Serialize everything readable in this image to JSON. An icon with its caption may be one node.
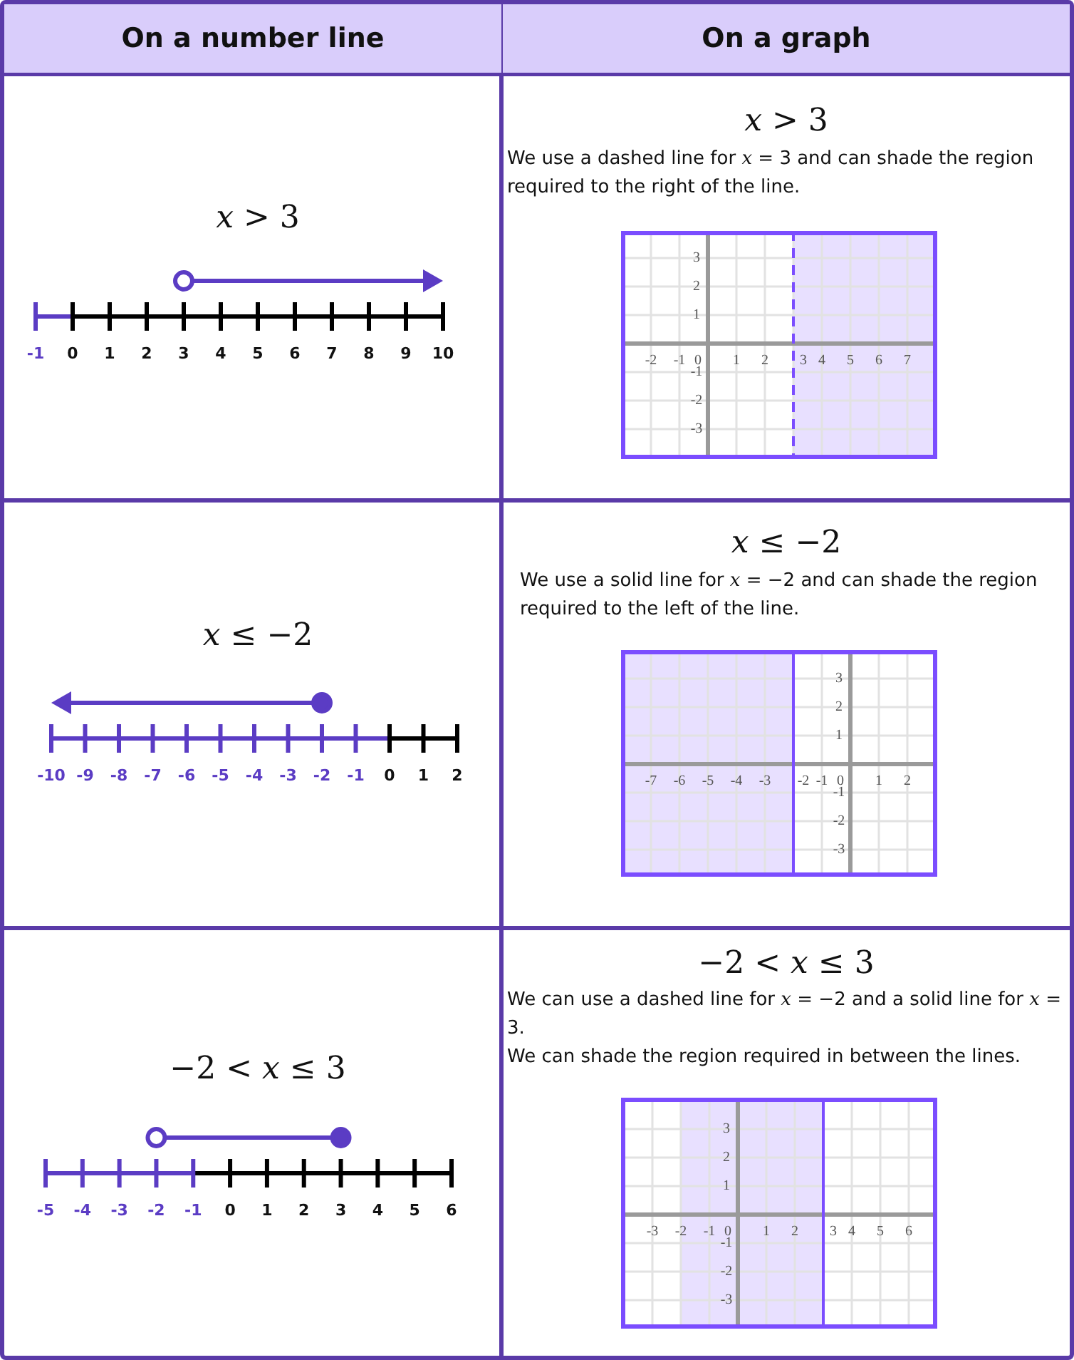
{
  "diagram": {
    "labels": [
      "On a number line",
      "On a graph",
      "*x* > 3",
      "-1",
      "0",
      "1",
      "2",
      "3",
      "4",
      "5",
      "6",
      "7",
      "8",
      "9",
      "10",
      "*x* > 3",
      "We use a dashed line for *x* = 3 and can shade the region required to the right of the line.",
      "-2",
      "-1",
      "0",
      "1",
      "2",
      "3",
      "4",
      "5",
      "6",
      "7",
      "3",
      "2",
      "1",
      "-1",
      "-2",
      "-3",
      "*x* ≤ −2",
      "-10",
      "-9",
      "-8",
      "-7",
      "-6",
      "-5",
      "-4",
      "-3",
      "-2",
      "-1",
      "0",
      "1",
      "2",
      "*x* ≤ −2",
      "We use a solid line for *x* = −2 and can shade the region required to the left of the line.",
      "-7",
      "-6",
      "-5",
      "-4",
      "-3",
      "-2",
      "-1",
      "0",
      "1",
      "2",
      "3",
      "2",
      "1",
      "-1",
      "-2",
      "-3",
      "−2 < *x* ≤ 3",
      "-5",
      "-4",
      "-3",
      "-2",
      "-1",
      "0",
      "1",
      "2",
      "3",
      "4",
      "5",
      "6",
      "−2 < *x* ≤ 3",
      "We can use a dashed line for *x* = −2 and a solid line for *x* = 3.",
      "We can shade the region required in between the lines.",
      "-3",
      "-2",
      "-1",
      "0",
      "1",
      "2",
      "3",
      "4",
      "5",
      "6",
      "3",
      "2",
      "1",
      "-1",
      "-2",
      "-3"
    ]
  }
}
